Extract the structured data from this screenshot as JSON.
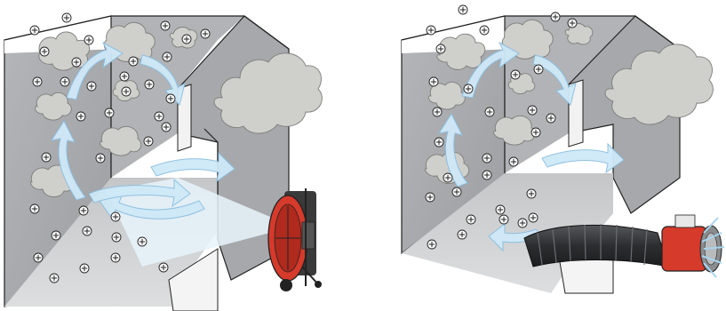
{
  "figure": {
    "panels": [
      {
        "id": "left",
        "equipment": "upright-drum-fan"
      },
      {
        "id": "right",
        "equipment": "fan-with-flexible-duct"
      }
    ]
  },
  "colors": {
    "wall": "#a8aaad",
    "wall_dark": "#8f9194",
    "wall_light": "#c9cbcd",
    "particle_fill": "#ffffff",
    "cloud": "#cfcfcc",
    "airflow_arrow": "#cfe9f8",
    "fan_red": "#d63a2b",
    "duct": "#2f3133"
  },
  "icons": [
    "positive-charge-particle-icon",
    "smoke-cloud-icon",
    "airflow-arrow-icon",
    "fan-icon",
    "duct-icon"
  ]
}
